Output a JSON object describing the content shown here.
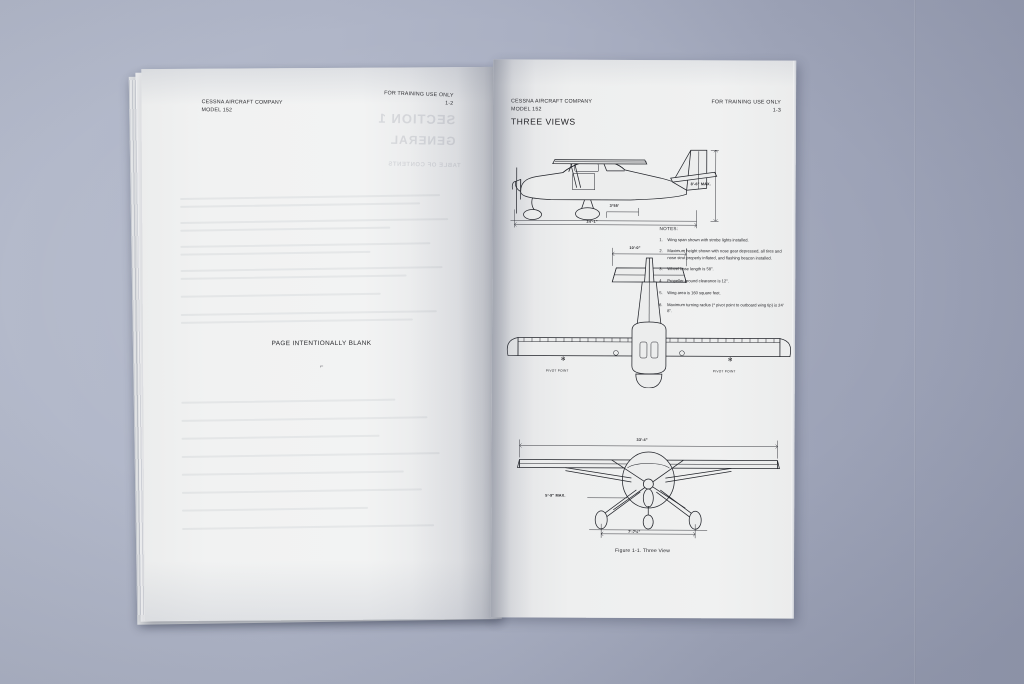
{
  "scene": {
    "description": "open-book-photograph",
    "surface_color": "#aeb4c6"
  },
  "left_page": {
    "header_left_line1": "CESSNA AIRCRAFT COMPANY",
    "header_left_line2": "MODEL 152",
    "header_right_line1": "FOR TRAINING USE ONLY",
    "header_right_line2": "1-2",
    "body_text": "PAGE INTENTIONALLY BLANK",
    "body_mark": "⌐",
    "show_through": {
      "line1": "SECTION 1",
      "line2": "GENERAL",
      "line3": "TABLE OF CONTENTS"
    }
  },
  "right_page": {
    "header_left_line1": "CESSNA AIRCRAFT COMPANY",
    "header_left_line2": "MODEL 152",
    "header_right_line1": "FOR TRAINING USE ONLY",
    "header_right_line2": "1-3",
    "title": "THREE VIEWS",
    "figure_caption": "Figure 1-1. Three View",
    "notes_heading": "NOTES:",
    "notes": [
      {
        "num": "1.",
        "text": "Wing span shown with strobe lights installed."
      },
      {
        "num": "2.",
        "text": "Maximum height shown with nose gear depressed, all tires and nose strut properly inflated, and flashing beacon installed."
      },
      {
        "num": "3.",
        "text": "Wheel base length is 58\"."
      },
      {
        "num": "4.",
        "text": "Propeller ground clearance is 12\"."
      },
      {
        "num": "5.",
        "text": "Wing area is 160 square feet."
      },
      {
        "num": "6.",
        "text": "Maximum turning radius (* pivot point to outboard wing tip) is 24' 8\"."
      }
    ],
    "dimensions": {
      "side_height_max": "8'-6\" MAX.",
      "side_incidence": "3°55'",
      "side_length": "24'-1\"",
      "top_tail_span": "10'-0\"",
      "front_wing_span": "33'-4\"",
      "front_height_max": "5'-9\" MAX.",
      "front_track": "7'-7½\""
    },
    "pivot_label_left": "PIVOT POINT",
    "pivot_label_right": "PIVOT POINT",
    "pivot_marker": "✻"
  }
}
